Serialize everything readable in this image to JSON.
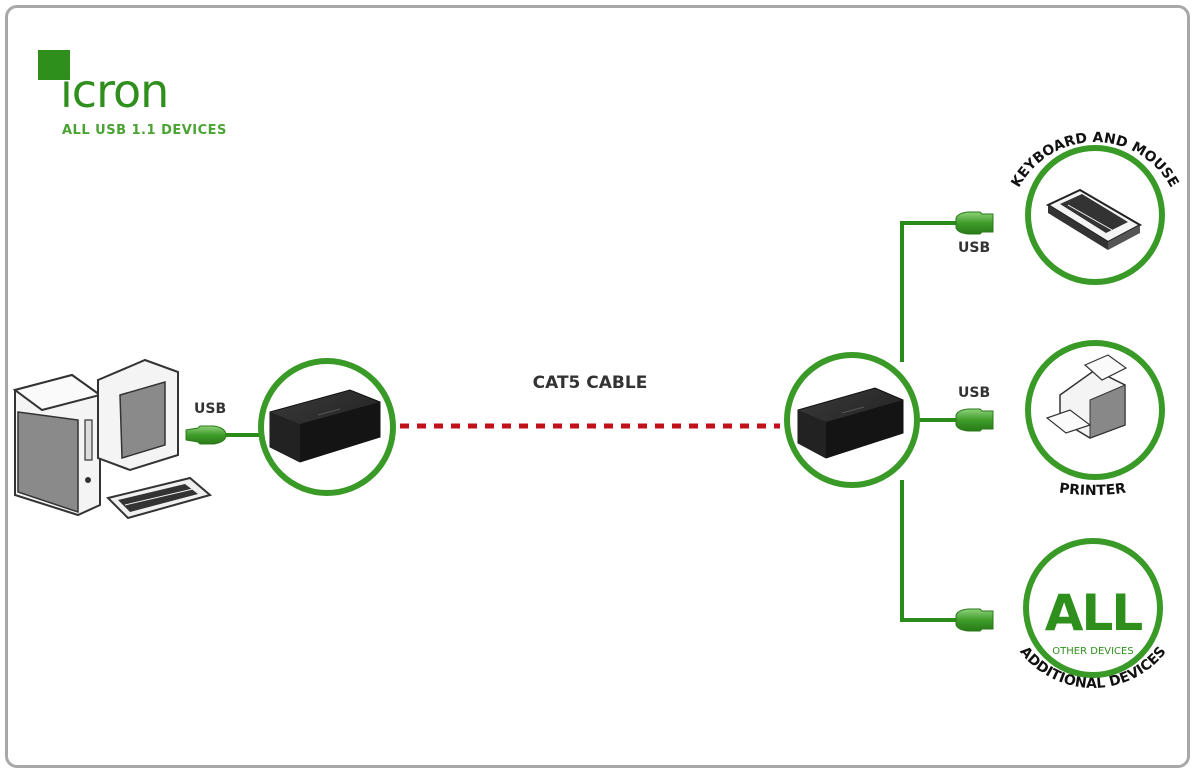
{
  "brand": {
    "name": "icron",
    "tagline": "ALL USB 1.1 DEVICES",
    "color": "#2f8f1d"
  },
  "colors": {
    "circle": "#3a9a28",
    "line": "#2a8a1a",
    "cable": "#c0101a",
    "frame": "#a8a8a8"
  },
  "host": {
    "name": "computer-icon",
    "usb_label": "USB"
  },
  "local_extender": {
    "icon": "extender-box-icon"
  },
  "cable": {
    "label": "CAT5 CABLE"
  },
  "remote_extender": {
    "icon": "extender-box-icon"
  },
  "devices": [
    {
      "label": "KEYBOARD AND MOUSE",
      "icon": "keyboard-icon",
      "usb_label": "USB"
    },
    {
      "label": "PRINTER",
      "icon": "printer-icon",
      "usb_label": "USB"
    },
    {
      "label": "ADDITIONAL DEVICES",
      "icon": "all-devices-icon",
      "usb_label": "",
      "inner_big": "ALL",
      "inner_small": "OTHER DEVICES"
    }
  ]
}
